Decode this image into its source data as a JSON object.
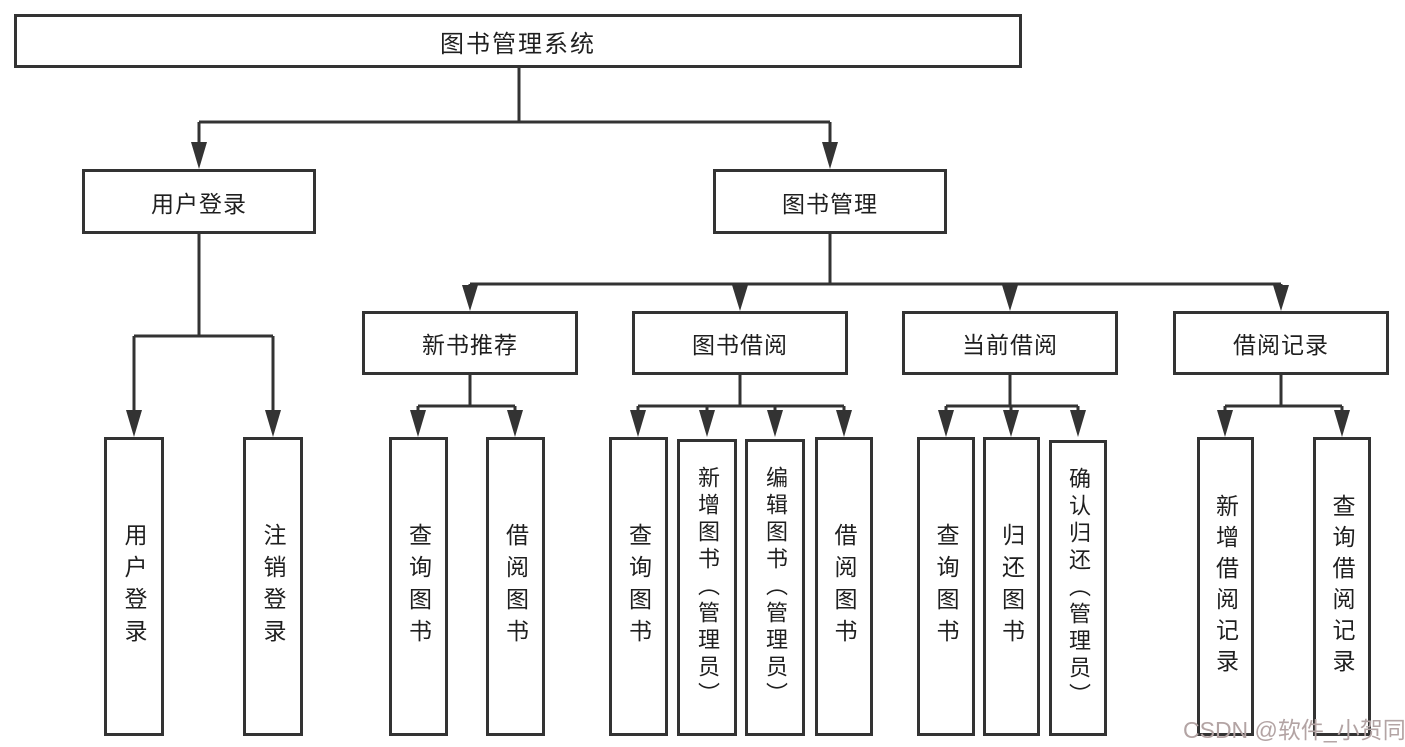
{
  "diagram": {
    "title": "图书管理系统",
    "root": {
      "label": "图书管理系统"
    },
    "level2": [
      {
        "id": "user-login",
        "label": "用户登录"
      },
      {
        "id": "book-management",
        "label": "图书管理"
      }
    ],
    "level3": [
      {
        "id": "new-book-recommend",
        "parent": "book-management",
        "label": "新书推荐"
      },
      {
        "id": "book-borrow",
        "parent": "book-management",
        "label": "图书借阅"
      },
      {
        "id": "current-borrow",
        "parent": "book-management",
        "label": "当前借阅"
      },
      {
        "id": "borrow-record",
        "parent": "book-management",
        "label": "借阅记录"
      }
    ],
    "leaves": {
      "user_login": [
        "用户登录",
        "注销登录"
      ],
      "new_book_recommend": [
        "查询图书",
        "借阅图书"
      ],
      "book_borrow": [
        "查询图书",
        "新增图书（管理员）",
        "编辑图书（管理员）",
        "借阅图书"
      ],
      "current_borrow": [
        "查询图书",
        "归还图书",
        "确认归还（管理员）"
      ],
      "borrow_record": [
        "新增借阅记录",
        "查询借阅记录"
      ]
    },
    "colors": {
      "line": "#333333",
      "box_border": "#333333",
      "text": "#1f1f1f",
      "background": "#ffffff",
      "watermark": "#b3a4a4"
    }
  },
  "watermark": {
    "text": "CSDN @软件_小贺同学"
  }
}
